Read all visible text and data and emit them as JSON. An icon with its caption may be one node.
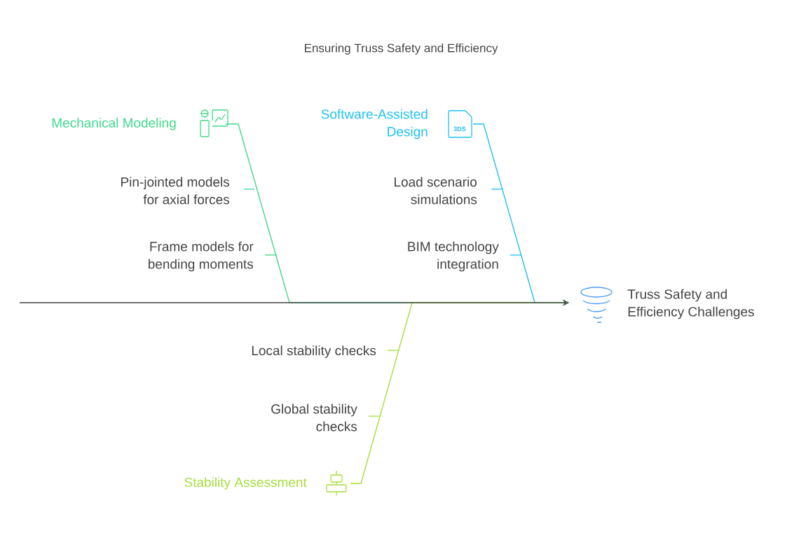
{
  "diagram": {
    "title": "Ensuring Truss Safety and Efficiency",
    "nodes": [
      {
        "text": [
          "Mechanical Modeling"
        ]
      },
      {
        "text": [
          "Pin-jointed models for axial forces"
        ]
      },
      {
        "text": [
          "Frame models for bending moments"
        ]
      },
      {
        "text": [
          "Software-Assisted Design"
        ]
      },
      {
        "text": [
          "Load scenario simulations"
        ]
      },
      {
        "text": [
          "BIM technology integration"
        ]
      },
      {
        "text": [
          "Stability Assessment"
        ]
      },
      {
        "text": [
          "Local stability checks"
        ]
      },
      {
        "text": [
          "Global stability checks"
        ]
      },
      {
        "text": [
          "Truss Safety and Efficiency Challenges"
        ]
      }
    ],
    "edges": [
      {
        "from": 0,
        "to": 9,
        "arrow": "to",
        "color": "#3fd98a"
      },
      {
        "from": 3,
        "to": 9,
        "arrow": "to",
        "color": "#1ec0f2"
      },
      {
        "from": 6,
        "to": 9,
        "arrow": "to",
        "color": "#a6dd3c"
      },
      {
        "from": null,
        "to": 9,
        "arrow": "to",
        "color": "#444444"
      },
      {
        "from": 1,
        "to": null,
        "arrow": "none",
        "color": "#3fd98a"
      },
      {
        "from": 2,
        "to": null,
        "arrow": "none",
        "color": "#3fd98a"
      },
      {
        "from": 4,
        "to": null,
        "arrow": "none",
        "color": "#1ec0f2"
      },
      {
        "from": 5,
        "to": null,
        "arrow": "none",
        "color": "#1ec0f2"
      },
      {
        "from": 7,
        "to": null,
        "arrow": "none",
        "color": "#a6dd3c"
      },
      {
        "from": 8,
        "to": null,
        "arrow": "none",
        "color": "#a6dd3c"
      }
    ],
    "labels": [
      "3DS"
    ]
  }
}
